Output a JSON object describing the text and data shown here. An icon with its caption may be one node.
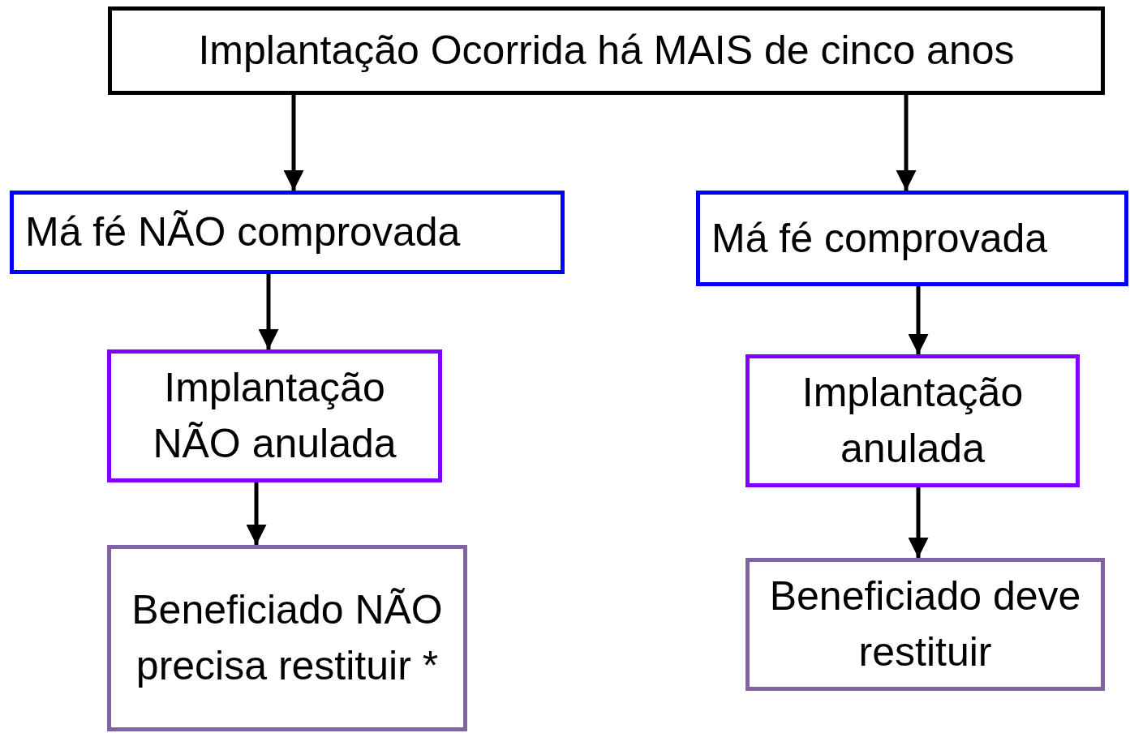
{
  "diagram": {
    "nodes": [
      {
        "text": [
          "Implantação Ocorrida há MAIS de cinco anos"
        ]
      },
      {
        "text": [
          "Má fé NÃO comprovada"
        ]
      },
      {
        "text": [
          "Má fé comprovada"
        ]
      },
      {
        "text": [
          "Implantação NÃO anulada"
        ]
      },
      {
        "text": [
          "Implantação anulada"
        ]
      },
      {
        "text": [
          "Beneficiado NÃO precisa restituir *"
        ]
      },
      {
        "text": [
          "Beneficiado deve restituir"
        ]
      }
    ],
    "edges": [
      {
        "from": 0,
        "to": 1,
        "arrow": "to"
      },
      {
        "from": 0,
        "to": 2,
        "arrow": "to"
      },
      {
        "from": 1,
        "to": 3,
        "arrow": "to"
      },
      {
        "from": 2,
        "to": 4,
        "arrow": "to"
      },
      {
        "from": 3,
        "to": 5,
        "arrow": "to"
      },
      {
        "from": 4,
        "to": 6,
        "arrow": "to"
      }
    ]
  }
}
